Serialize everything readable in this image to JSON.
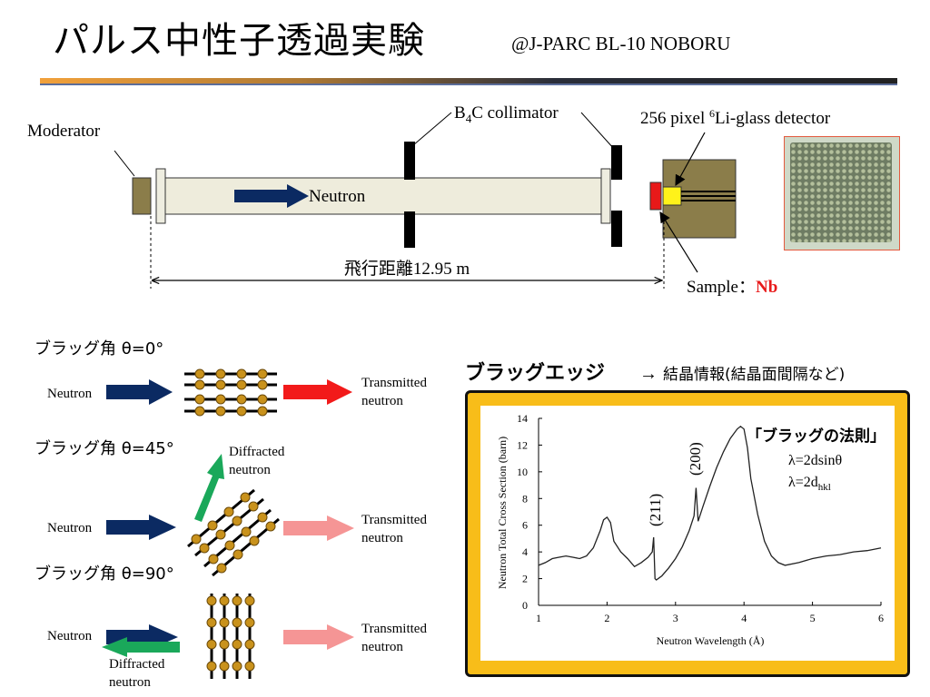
{
  "title": "パルス中性子透過実験",
  "subtitle": "@J-PARC BL-10 NOBORU",
  "beamline": {
    "moderator": "Moderator",
    "collimator_b": "B",
    "collimator_sub": "4",
    "collimator_rest": "C collimator",
    "detector_pre": "256 pixel ",
    "detector_sup": "6",
    "detector_rest": "Li-glass detector",
    "neutron": "Neutron",
    "flight": "飛行距離12.95 m",
    "sample_label": "Sample：",
    "sample_value": "Nb"
  },
  "bragg_cases": [
    {
      "heading": "ブラッグ角 θ=0°",
      "in": "Neutron",
      "out1": "Transmitted",
      "out2": "neutron"
    },
    {
      "heading": "ブラッグ角 θ=45°",
      "in": "Neutron",
      "out1": "Transmitted",
      "out2": "neutron",
      "diff1": "Diffracted",
      "diff2": "neutron"
    },
    {
      "heading": "ブラッグ角 θ=90°",
      "in": "Neutron",
      "out1": "Transmitted",
      "out2": "neutron",
      "diff1": "Diffracted",
      "diff2": "neutron"
    }
  ],
  "bragg_edge": {
    "heading": "ブラッグエッジ",
    "arrow": "→",
    "note": "結晶情報(結晶面間隔など)",
    "law_title": "「ブラッグの法則」",
    "law1": "λ=2dsinθ",
    "law2_main": "λ=2d",
    "law2_sub": "hkl"
  },
  "colors": {
    "navy": "#0b2a62",
    "red": "#f21a1a",
    "pink": "#f59595",
    "green": "#1aa85a",
    "gold": "#c9921c",
    "frame": "#f8bd19",
    "sample": "#e81919"
  },
  "chart_data": {
    "type": "line",
    "xlabel": "Neutron Wavelength (Å)",
    "ylabel": "Neutron Total Cross Section (barn)",
    "xlim": [
      1,
      6
    ],
    "ylim": [
      0,
      14
    ],
    "xticks": [
      "1",
      "2",
      "3",
      "4",
      "5",
      "6"
    ],
    "yticks": [
      "0",
      "2",
      "4",
      "6",
      "8",
      "10",
      "12",
      "14"
    ],
    "annotations": [
      "(211)",
      "(200)"
    ],
    "series": [
      {
        "x": [
          1.0,
          1.1,
          1.2,
          1.3,
          1.4,
          1.5,
          1.6,
          1.7,
          1.8,
          1.9,
          1.95,
          2.0,
          2.05,
          2.1,
          2.2,
          2.3,
          2.4,
          2.5,
          2.6,
          2.66,
          2.68,
          2.7,
          2.72,
          2.8,
          2.9,
          3.0,
          3.1,
          3.2,
          3.27,
          3.3,
          3.33,
          3.4,
          3.5,
          3.6,
          3.7,
          3.8,
          3.9,
          3.95,
          4.0,
          4.05,
          4.1,
          4.2,
          4.3,
          4.4,
          4.5,
          4.6,
          4.8,
          5.0,
          5.2,
          5.4,
          5.6,
          5.8,
          6.0
        ],
        "y": [
          3.0,
          3.2,
          3.5,
          3.6,
          3.7,
          3.6,
          3.5,
          3.7,
          4.3,
          5.6,
          6.4,
          6.6,
          6.2,
          4.8,
          4.0,
          3.5,
          2.9,
          3.2,
          3.6,
          4.0,
          5.1,
          2.0,
          1.9,
          2.2,
          2.8,
          3.5,
          4.4,
          5.6,
          6.7,
          8.8,
          6.3,
          7.4,
          8.9,
          10.3,
          11.5,
          12.5,
          13.2,
          13.4,
          13.2,
          11.8,
          9.5,
          6.8,
          4.8,
          3.7,
          3.2,
          3.0,
          3.2,
          3.5,
          3.7,
          3.8,
          4.0,
          4.1,
          4.3
        ]
      }
    ]
  }
}
